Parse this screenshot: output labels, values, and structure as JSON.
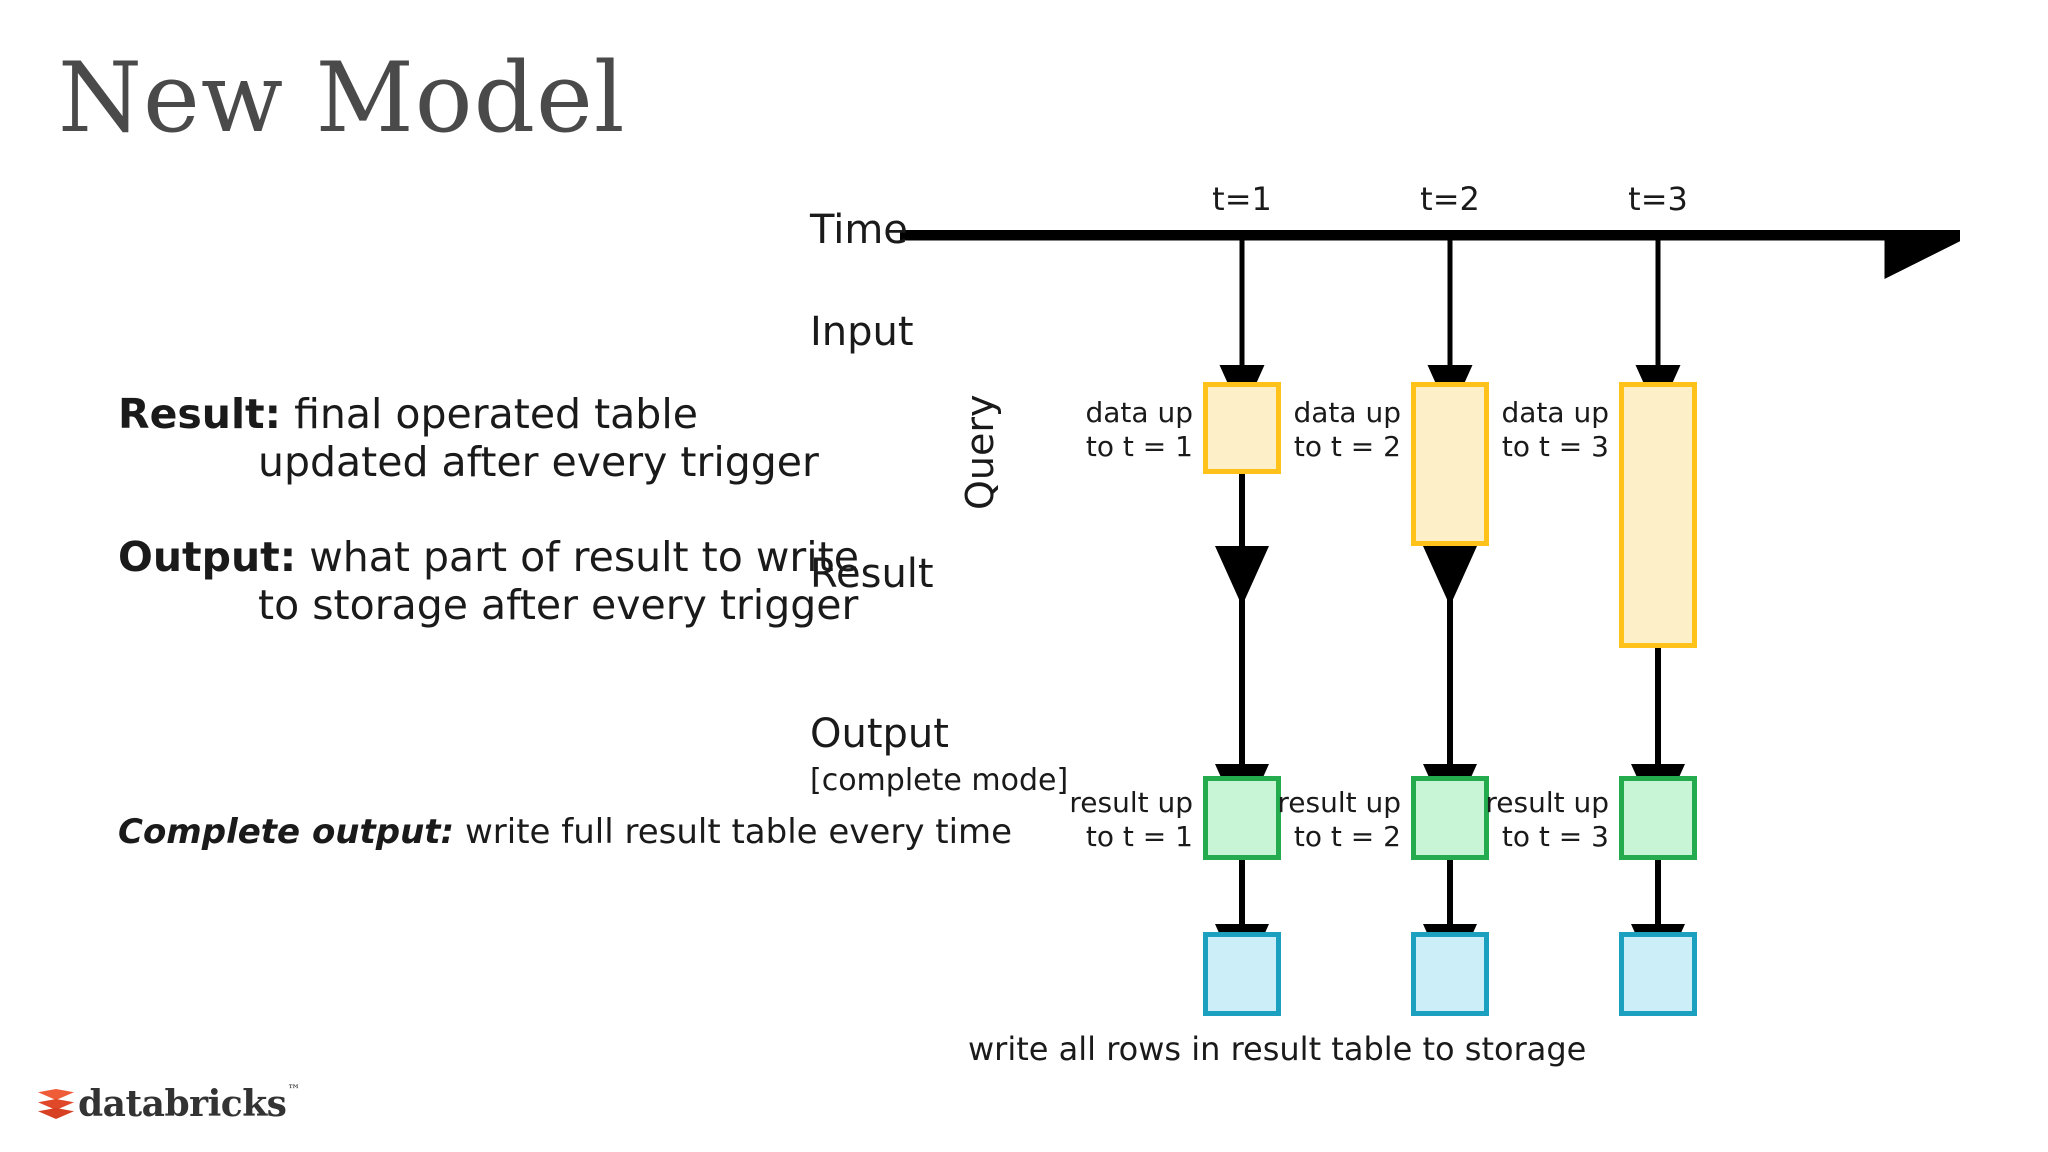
{
  "slide": {
    "title": "New Model",
    "brand": {
      "name": "databricks",
      "tm": "™",
      "logo_color": "#e0482a"
    }
  },
  "bullets": [
    {
      "lead": "Result:",
      "line1": " final operated table",
      "line2": "updated after every trigger"
    },
    {
      "lead": "Output:",
      "line1": " what part of result to write",
      "line2": "to storage after every trigger"
    }
  ],
  "note": {
    "lead": "Complete output:",
    "text": " write full result table every time"
  },
  "diagram": {
    "row_labels": {
      "time": "Time",
      "input": "Input",
      "result": "Result",
      "output": "Output",
      "output_mode": "[complete mode]"
    },
    "query_label": "Query",
    "ticks": [
      "t=1",
      "t=2",
      "t=3"
    ],
    "input_notes": [
      [
        "data up",
        "to t = 1"
      ],
      [
        "data up",
        "to t = 2"
      ],
      [
        "data up",
        "to t = 3"
      ]
    ],
    "result_notes": [
      [
        "result up",
        "to t = 1"
      ],
      [
        "result up",
        "to t = 2"
      ],
      [
        "result up",
        "to t = 3"
      ]
    ],
    "caption": "write all rows in result table to storage",
    "colors": {
      "input_fill": "#fdf0c8",
      "input_stroke": "#ffc21a",
      "result_fill": "#c8f5d6",
      "result_stroke": "#23ab4e",
      "output_fill": "#cceef9",
      "output_stroke": "#1ba0bf",
      "arrow": "#000000"
    }
  }
}
